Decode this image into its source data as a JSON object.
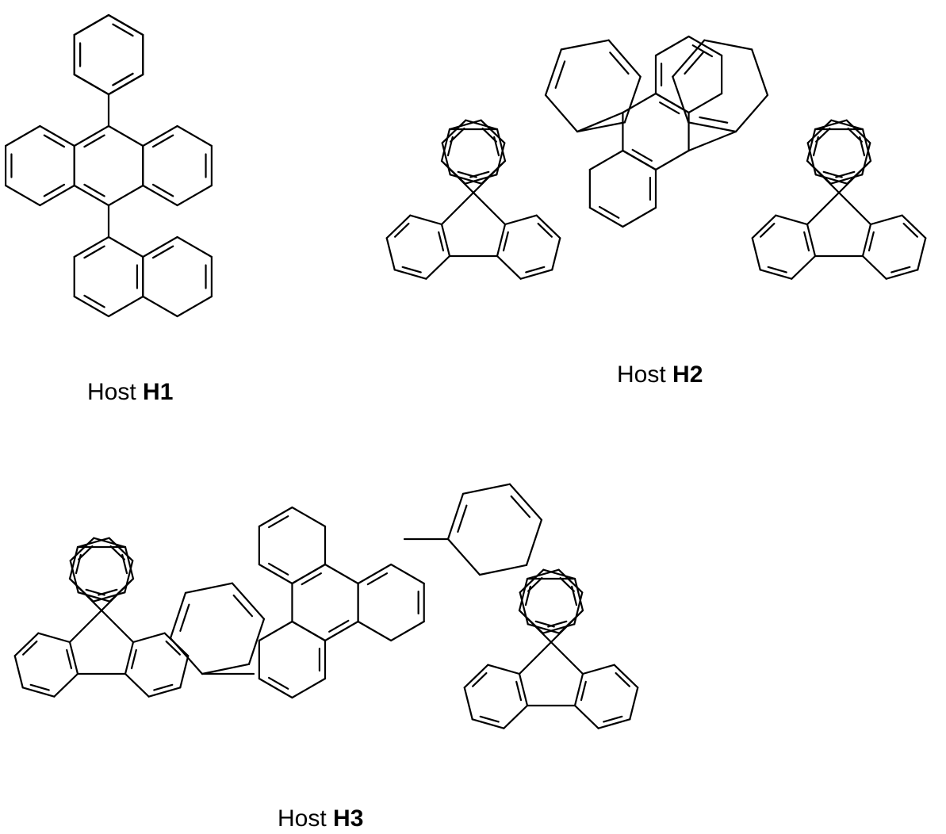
{
  "compounds": [
    {
      "id": "h1",
      "prefix": "Host",
      "code": "H1"
    },
    {
      "id": "h2",
      "prefix": "Host",
      "code": "H2"
    },
    {
      "id": "h3",
      "prefix": "Host",
      "code": "H3"
    }
  ],
  "colors": {
    "ink": "#000000",
    "background": "#ffffff"
  }
}
